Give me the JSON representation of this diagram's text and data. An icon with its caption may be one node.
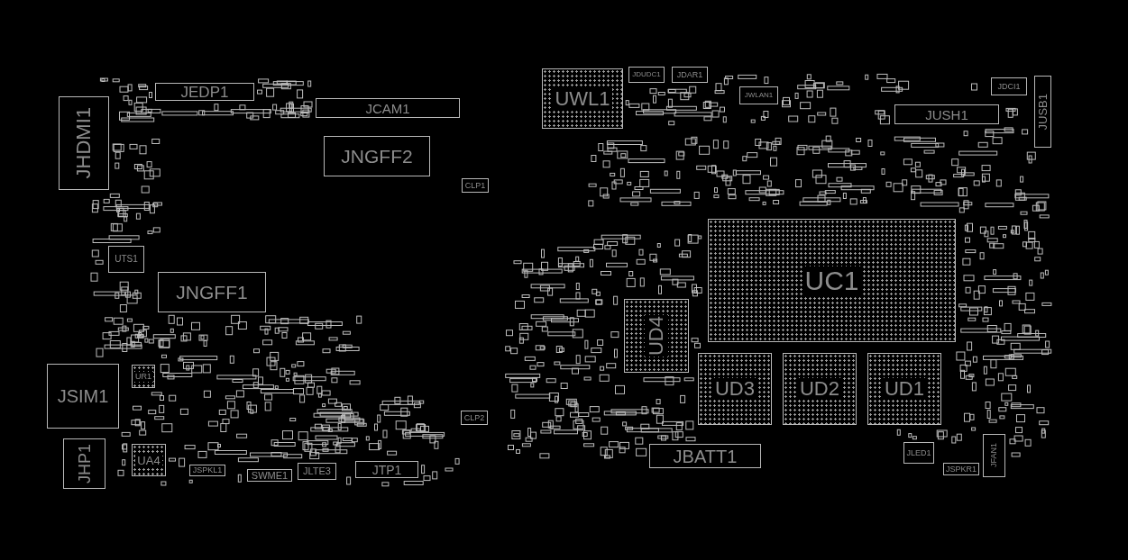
{
  "diagram": {
    "nodes": [
      {
        "text": [
          "JEDP1"
        ]
      },
      {
        "text": [
          "JCAM1"
        ]
      },
      {
        "text": [
          "JHDMI1"
        ]
      },
      {
        "text": [
          "JNGFF2"
        ]
      },
      {
        "text": [
          "CLP1"
        ]
      },
      {
        "text": [
          "UTS1"
        ]
      },
      {
        "text": [
          "JNGFF1"
        ]
      },
      {
        "text": [
          "JSIM1"
        ]
      },
      {
        "text": [
          "UR1"
        ]
      },
      {
        "text": [
          "JHP1"
        ]
      },
      {
        "text": [
          "UA4"
        ]
      },
      {
        "text": [
          "JSPKL1"
        ]
      },
      {
        "text": [
          "SWME1"
        ]
      },
      {
        "text": [
          "JLTE3"
        ]
      },
      {
        "text": [
          "JTP1"
        ]
      },
      {
        "text": [
          "CLP2"
        ]
      },
      {
        "text": [
          "UWL1"
        ]
      },
      {
        "text": [
          "JDUDC1"
        ]
      },
      {
        "text": [
          "JDAR1"
        ]
      },
      {
        "text": [
          "JWLAN1"
        ]
      },
      {
        "text": [
          "JUSH1"
        ]
      },
      {
        "text": [
          "JDCI1"
        ]
      },
      {
        "text": [
          "JUSB1"
        ]
      },
      {
        "text": [
          "UC1"
        ]
      },
      {
        "text": [
          "UD4"
        ]
      },
      {
        "text": [
          "UD3"
        ]
      },
      {
        "text": [
          "UD2"
        ]
      },
      {
        "text": [
          "UD1"
        ]
      },
      {
        "text": [
          "JBATT1"
        ]
      },
      {
        "text": [
          "JLED1"
        ]
      },
      {
        "text": [
          "JFAN1"
        ]
      },
      {
        "text": [
          "JSPKR1"
        ]
      }
    ]
  }
}
